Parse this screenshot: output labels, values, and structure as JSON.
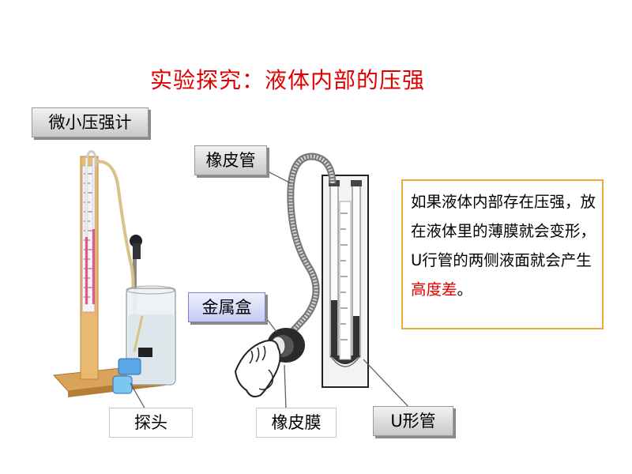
{
  "title": "实验探究：液体内部的压强",
  "labels": {
    "gauge": "微小压强计",
    "rubber_tube": "橡皮管",
    "metal_box": "金属盒",
    "probe": "探头",
    "rubber_film": "橡皮膜",
    "u_tube": "U形管"
  },
  "info": {
    "text_before": "如果液体内部存在压强，放在液体里的薄膜就会变形，U行管的两侧液面就会产生",
    "highlight": "高度差",
    "text_after": "。"
  },
  "colors": {
    "title": "#e00000",
    "highlight": "#e00000",
    "info_border": "#f2a73a"
  }
}
